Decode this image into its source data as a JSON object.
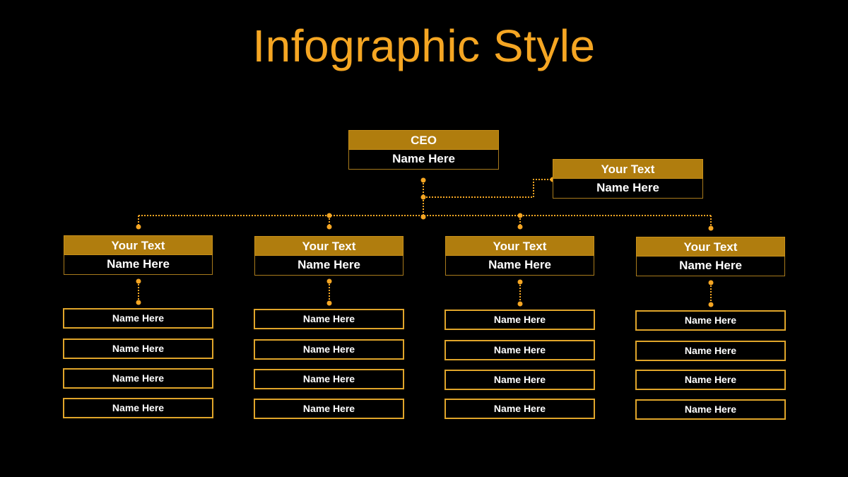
{
  "title": "Infographic Style",
  "ceo": {
    "role": "CEO",
    "name": "Name Here"
  },
  "assistant": {
    "role": "Your Text",
    "name": "Name Here"
  },
  "departments": [
    {
      "role": "Your Text",
      "name": "Name Here",
      "members": [
        "Name Here",
        "Name Here",
        "Name Here",
        "Name Here"
      ]
    },
    {
      "role": "Your Text",
      "name": "Name Here",
      "members": [
        "Name Here",
        "Name Here",
        "Name Here",
        "Name Here"
      ]
    },
    {
      "role": "Your Text",
      "name": "Name Here",
      "members": [
        "Name Here",
        "Name Here",
        "Name Here",
        "Name Here"
      ]
    },
    {
      "role": "Your Text",
      "name": "Name Here",
      "members": [
        "Name Here",
        "Name Here",
        "Name Here",
        "Name Here"
      ]
    }
  ],
  "colors": {
    "accent": "#f5a623",
    "header_fill": "#b07d0e",
    "border": "#e0a52a",
    "background": "#000000"
  }
}
